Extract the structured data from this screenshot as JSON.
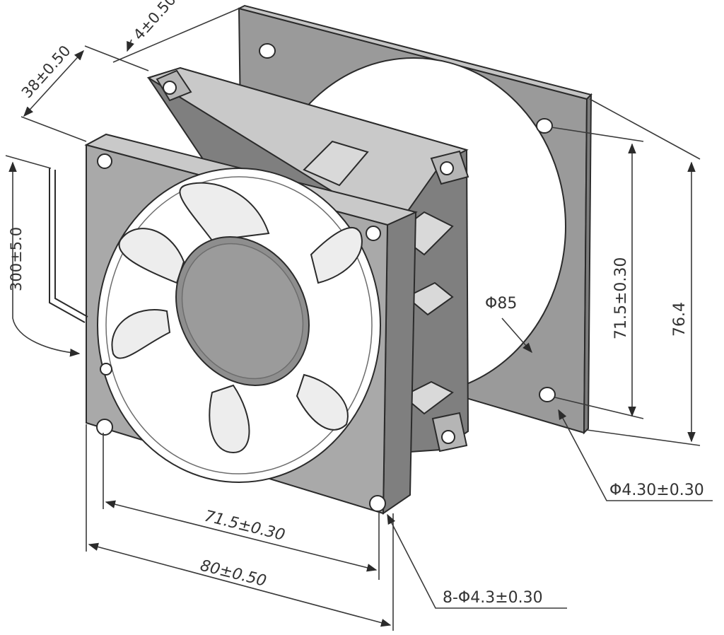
{
  "drawing": {
    "colors": {
      "ink": "#2b2b2b",
      "housing": "#a9a9a9",
      "housing_dark": "#7f7f7f",
      "housing_light": "#c9c9c9",
      "blade": "#ededed",
      "hub": "#8e8e8e",
      "flange": "#9a9a9a",
      "background": "#ffffff"
    },
    "dimensions": {
      "depth": "38±0.50",
      "flange_thickness": "4±0.50",
      "cable_length": "300±5.0",
      "hole_spacing_vertical": "71.5±0.30",
      "flange_height": "76.4",
      "opening_diameter": "Φ85",
      "flange_hole": "Φ4.30±0.30",
      "hole_spacing_horizontal": "71.5±0.30",
      "fan_width": "80±0.50",
      "mount_holes": "8-Φ4.3±0.30"
    }
  }
}
